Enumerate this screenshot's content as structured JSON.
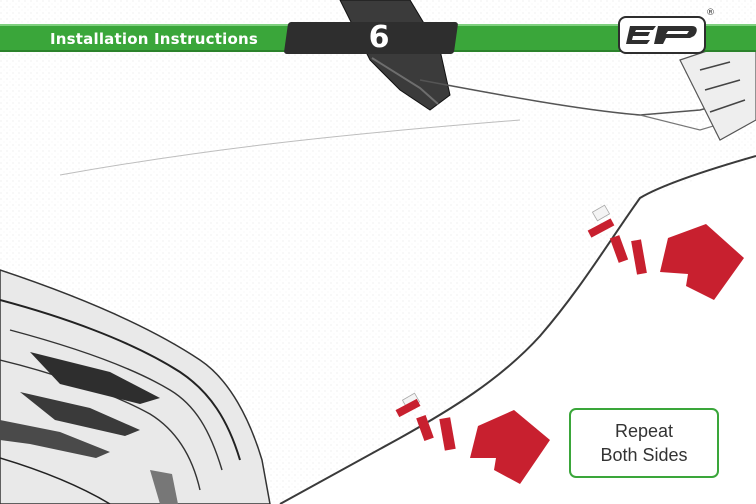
{
  "header": {
    "title": "Installation Instructions",
    "step_number": "6",
    "brand_color": "#3aa63a",
    "logo": {
      "name": "EP logo",
      "lettering": "EP",
      "registered_mark": "®"
    }
  },
  "callout": {
    "line1": "Repeat",
    "line2": "Both Sides",
    "border_color": "#3aa63a"
  },
  "illustration": {
    "subject": "vehicle body panel line drawing",
    "arrow_color": "#c8202f",
    "arrow_count": 2
  }
}
